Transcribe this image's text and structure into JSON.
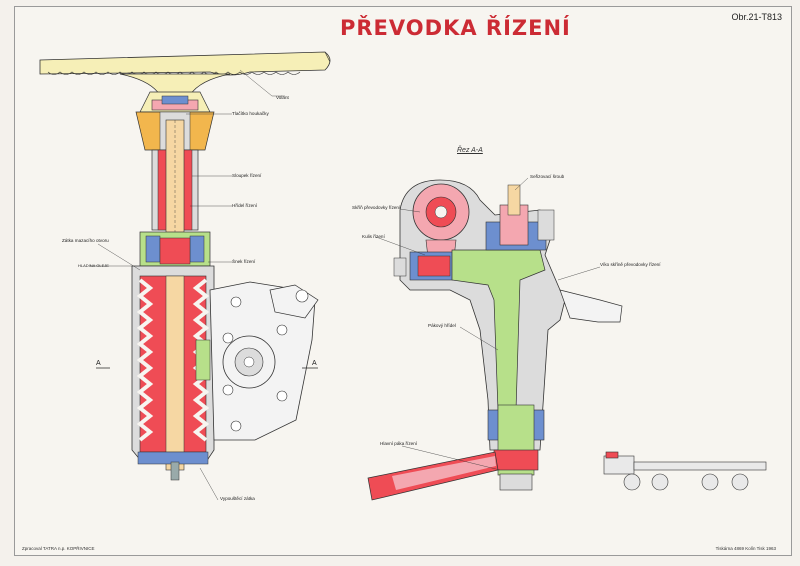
{
  "title": "PŘEVODKA ŘÍZENÍ",
  "figure_ref": "Obr.21-T813",
  "section_label": "Řez A-A",
  "section_markers": {
    "left": "A",
    "right": "A"
  },
  "labels": {
    "volant": "Volant",
    "tlacitko": "Tlačítko houkačky",
    "sloupek": "Sloupek řízení",
    "hridel": "Hřídel řízení",
    "zatka": "Zátka mazacího otvoru",
    "hladina": "HLADINA OLEJE",
    "surk": "Šnek řízení",
    "skrin": "Skříň převodovky řízení",
    "kulis": "Kulis řízení",
    "sektor": "Seřizovací šroub",
    "vika": "Víko skříně převodovky řízení",
    "pakovy": "Pákový hřídel",
    "hlavni_paka": "Hlavní páka řízení",
    "vyp": "Vypouštěcí zátka"
  },
  "footer": {
    "left": "Zpracoval TATRA n.p. KOPŘIVNICE",
    "right": "Tiskárna 4869 Kolín Tisk 1963"
  },
  "colors": {
    "title": "#cc2b34",
    "red": "#ef4c55",
    "pink": "#f4a7b0",
    "green": "#b7e08a",
    "yellow": "#f7eaa6",
    "blue": "#6d8fcf",
    "grey": "#dcdcdc"
  }
}
